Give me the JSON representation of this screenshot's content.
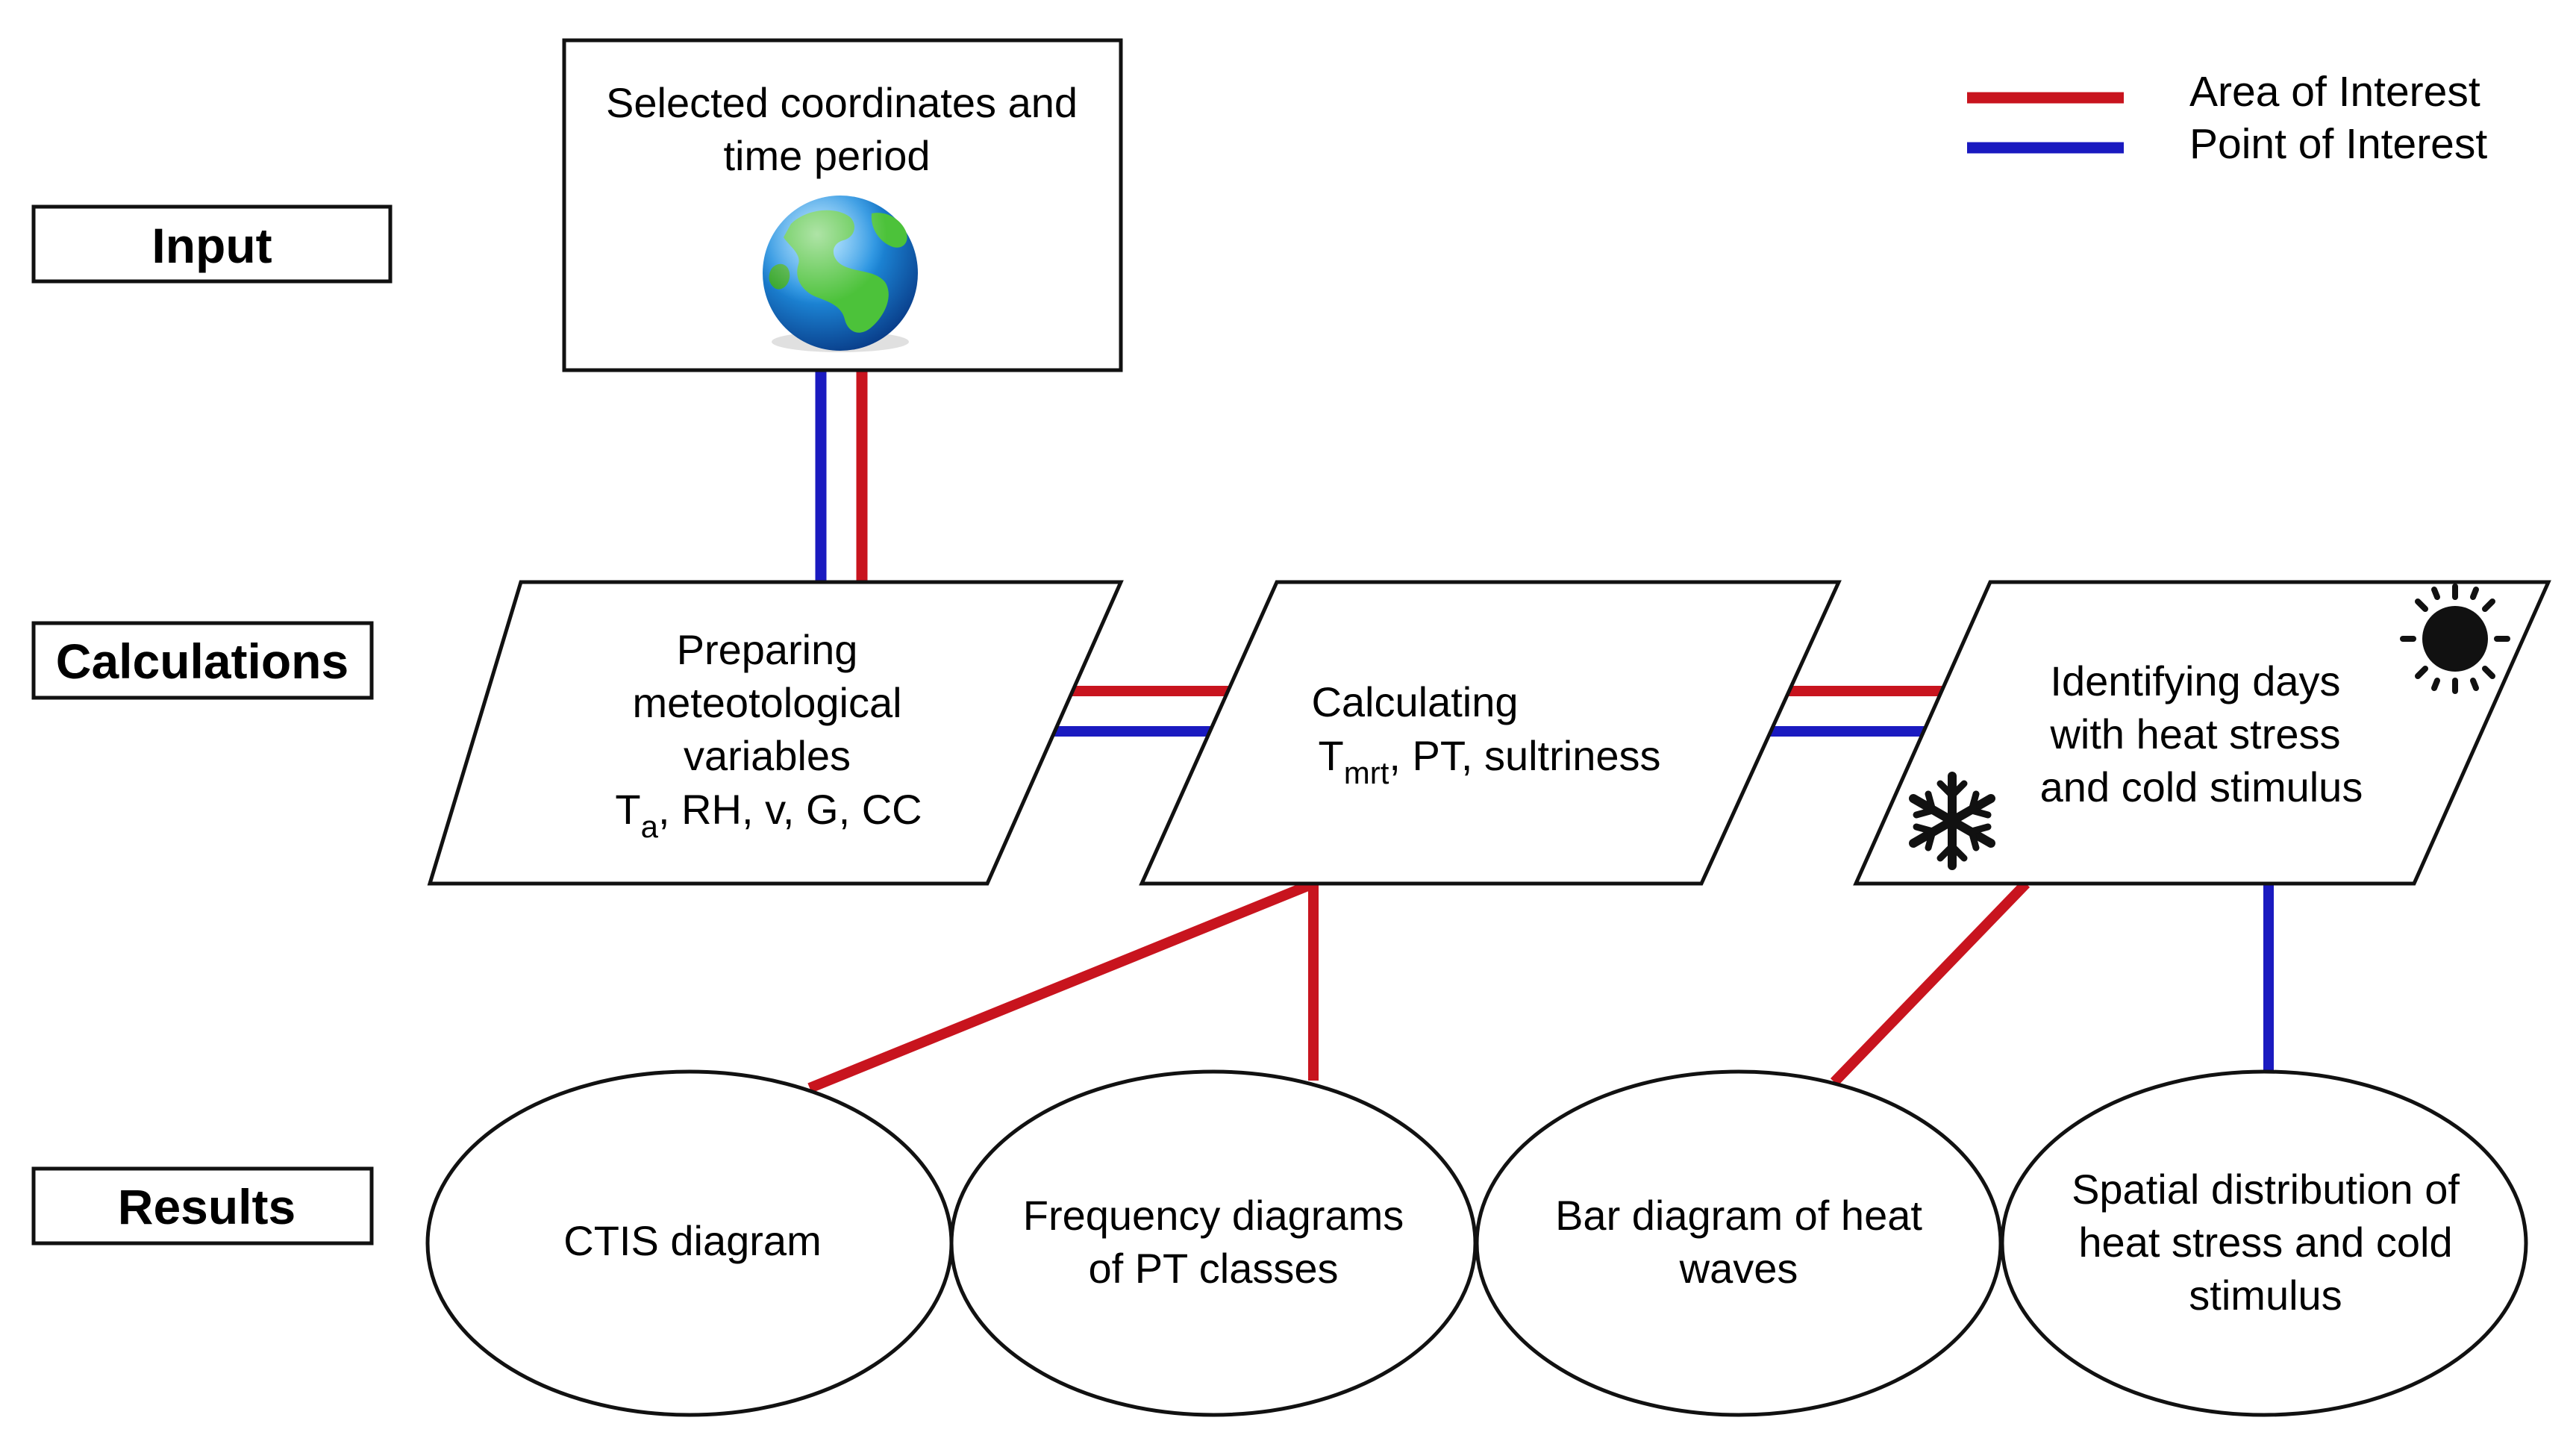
{
  "stages": {
    "input": "Input",
    "calculations": "Calculations",
    "results": "Results"
  },
  "legend": {
    "area": {
      "label": "Area of Interest",
      "color": "#c8141e"
    },
    "point": {
      "label": "Point of Interest",
      "color": "#1a1ac0"
    }
  },
  "input_box": {
    "line1": "Selected coordinates and",
    "line2": "time period",
    "icon": "globe-icon"
  },
  "calc_boxes": [
    {
      "lines": [
        "Preparing",
        "meteotological",
        "variables"
      ],
      "vars": {
        "t": "T",
        "t_sub": "a",
        "rest": ", RH, v, G, CC"
      }
    },
    {
      "line1": "Calculating",
      "t": "T",
      "t_sub": "mrt",
      "rest": ", PT, sultriness"
    },
    {
      "lines": [
        "Identifying days",
        "with heat stress",
        "and cold stimulus"
      ],
      "icons": [
        "sun-icon",
        "snowflake-icon"
      ]
    }
  ],
  "results": [
    {
      "lines": [
        "CTIS diagram"
      ]
    },
    {
      "lines": [
        "Frequency diagrams",
        "of PT classes"
      ]
    },
    {
      "lines": [
        "Bar diagram of heat",
        "waves"
      ]
    },
    {
      "lines": [
        "Spatial distribution of",
        "heat stress and cold",
        "stimulus"
      ]
    }
  ]
}
